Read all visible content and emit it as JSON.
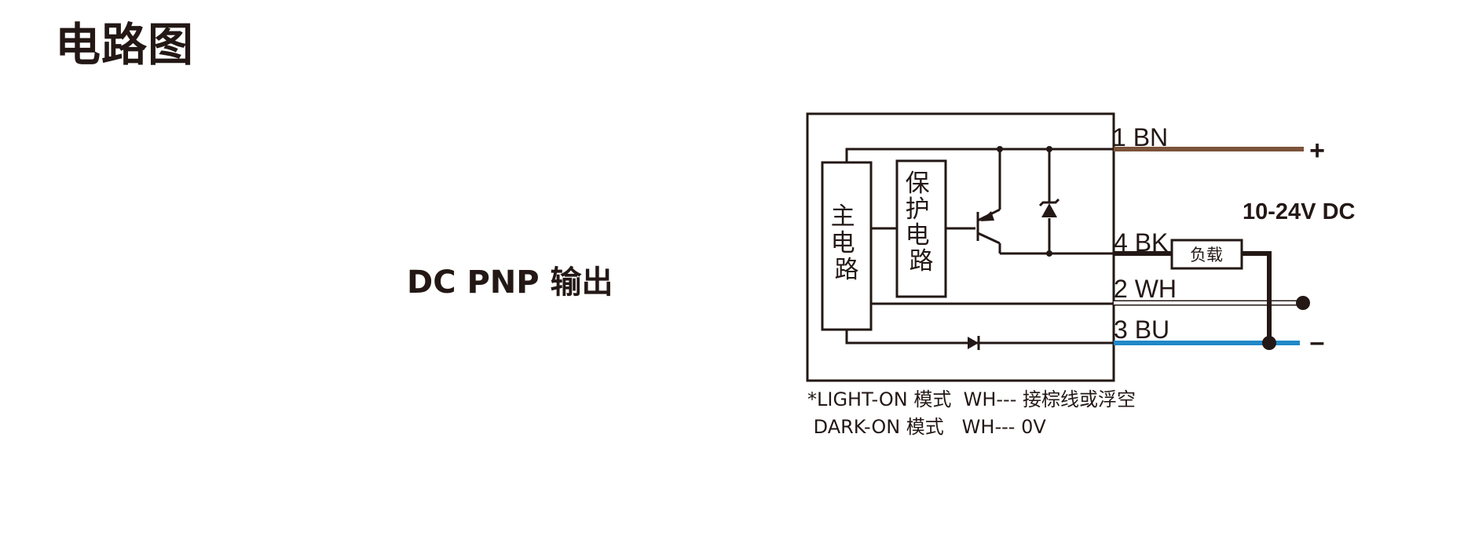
{
  "title": "电路图",
  "output_type": "DC PNP 输出",
  "diagram": {
    "main_circuit": "主电路",
    "protection_circuit": "保护电路",
    "load": "负载",
    "supply": "10-24V DC",
    "wires": [
      {
        "label": "1 BN",
        "color": "#7b5339"
      },
      {
        "label": "4 BK",
        "color": "#231815"
      },
      {
        "label": "2 WH",
        "color": "#ffffff"
      },
      {
        "label": "3 BU",
        "color": "#2088c8"
      }
    ],
    "plus_sign": "+",
    "minus_sign": "–"
  },
  "notes": {
    "line1": "*LIGHT-ON 模式  WH--- 接棕线或浮空",
    "line2": " DARK-ON 模式   WH--- 0V"
  }
}
